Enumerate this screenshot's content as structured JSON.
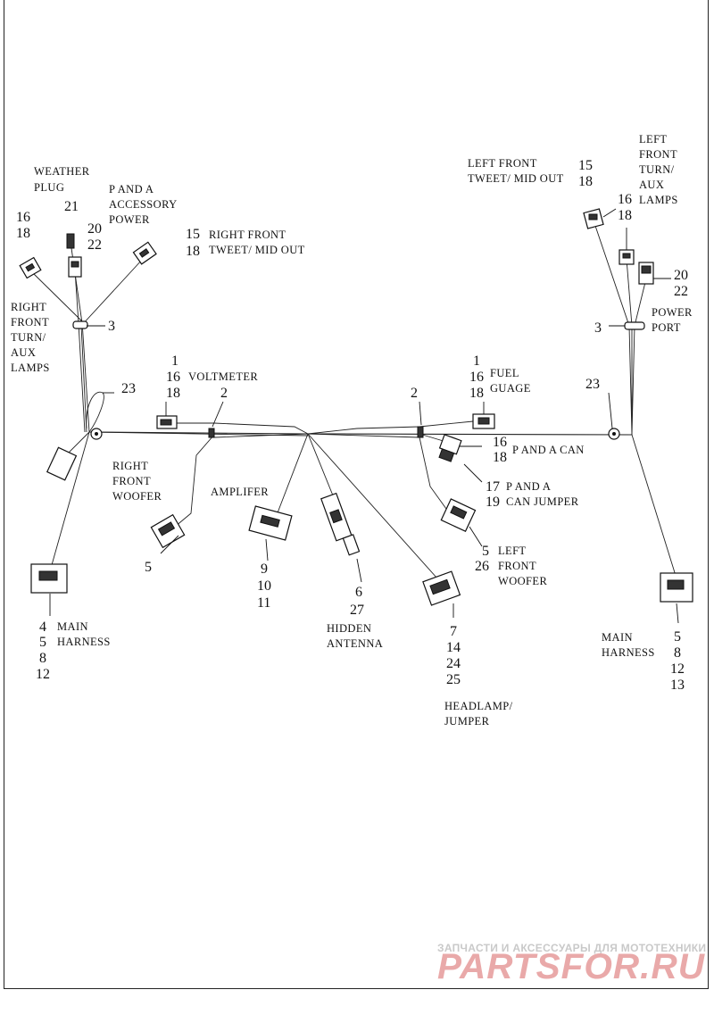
{
  "labels": {
    "weather_plug": [
      "WEATHER",
      "PLUG"
    ],
    "p_and_a_accessory_power": [
      "P AND A",
      "ACCESSORY",
      "POWER"
    ],
    "right_front_tweet": [
      "RIGHT FRONT",
      "TWEET/ MID OUT"
    ],
    "right_front_turn": [
      "RIGHT",
      "FRONT",
      "TURN/",
      "AUX",
      "LAMPS"
    ],
    "voltmeter": "VOLTMETER",
    "right_front_woofer": [
      "RIGHT",
      "FRONT",
      "WOOFER"
    ],
    "amplifier": "AMPLIFER",
    "hidden_antenna": [
      "HIDDEN",
      "ANTENNA"
    ],
    "main_harness_left": [
      "MAIN",
      "HARNESS"
    ],
    "left_front_tweet": [
      "LEFT FRONT",
      "TWEET/ MID OUT"
    ],
    "left_front_turn": [
      "LEFT",
      "FRONT",
      "TURN/",
      "AUX",
      "LAMPS"
    ],
    "power_port": [
      "POWER",
      "PORT"
    ],
    "fuel_gauge": [
      "FUEL",
      "GUAGE"
    ],
    "p_and_a_can": "P AND A CAN",
    "p_and_a_can_jumper": [
      "P AND A",
      "CAN JUMPER"
    ],
    "left_front_woofer": [
      "LEFT",
      "FRONT",
      "WOOFER"
    ],
    "headlamp_jumper": [
      "HEADLAMP/",
      "JUMPER"
    ],
    "main_harness_right": [
      "MAIN",
      "HARNESS"
    ]
  },
  "callouts": {
    "left_turn": [
      "16",
      "18"
    ],
    "weather_plug": [
      "21"
    ],
    "accessory_power": [
      "20",
      "22"
    ],
    "right_tweet": [
      "15",
      "18"
    ],
    "left_clip": [
      "3"
    ],
    "left_grommet": [
      "23"
    ],
    "voltmeter": [
      "1",
      "16",
      "18"
    ],
    "voltmeter_clip": [
      "2"
    ],
    "right_woofer": [
      "5"
    ],
    "amplifier": [
      "9",
      "10",
      "11"
    ],
    "antenna": [
      "6",
      "27"
    ],
    "main_left": [
      "4",
      "5",
      "8",
      "12"
    ],
    "fuel_clip": [
      "2"
    ],
    "fuel_gauge": [
      "1",
      "16",
      "18"
    ],
    "p_and_a_can": [
      "16",
      "18"
    ],
    "can_jumper": [
      "17",
      "19"
    ],
    "left_woofer": [
      "5",
      "26"
    ],
    "headlamp": [
      "7",
      "14",
      "24",
      "25"
    ],
    "right_grommet": [
      "23"
    ],
    "left_tweet": [
      "15",
      "18"
    ],
    "left_front_turn": [
      "16",
      "18"
    ],
    "power_port_conn": [
      "20",
      "22"
    ],
    "right_clip": [
      "3"
    ],
    "main_right": [
      "5",
      "8",
      "12",
      "13"
    ]
  },
  "watermark": {
    "line1": "ЗАПЧАСТИ И АКСЕССУАРЫ ДЛЯ МОТОТЕХНИКИ",
    "line2": "PARTSFOR.RU"
  }
}
